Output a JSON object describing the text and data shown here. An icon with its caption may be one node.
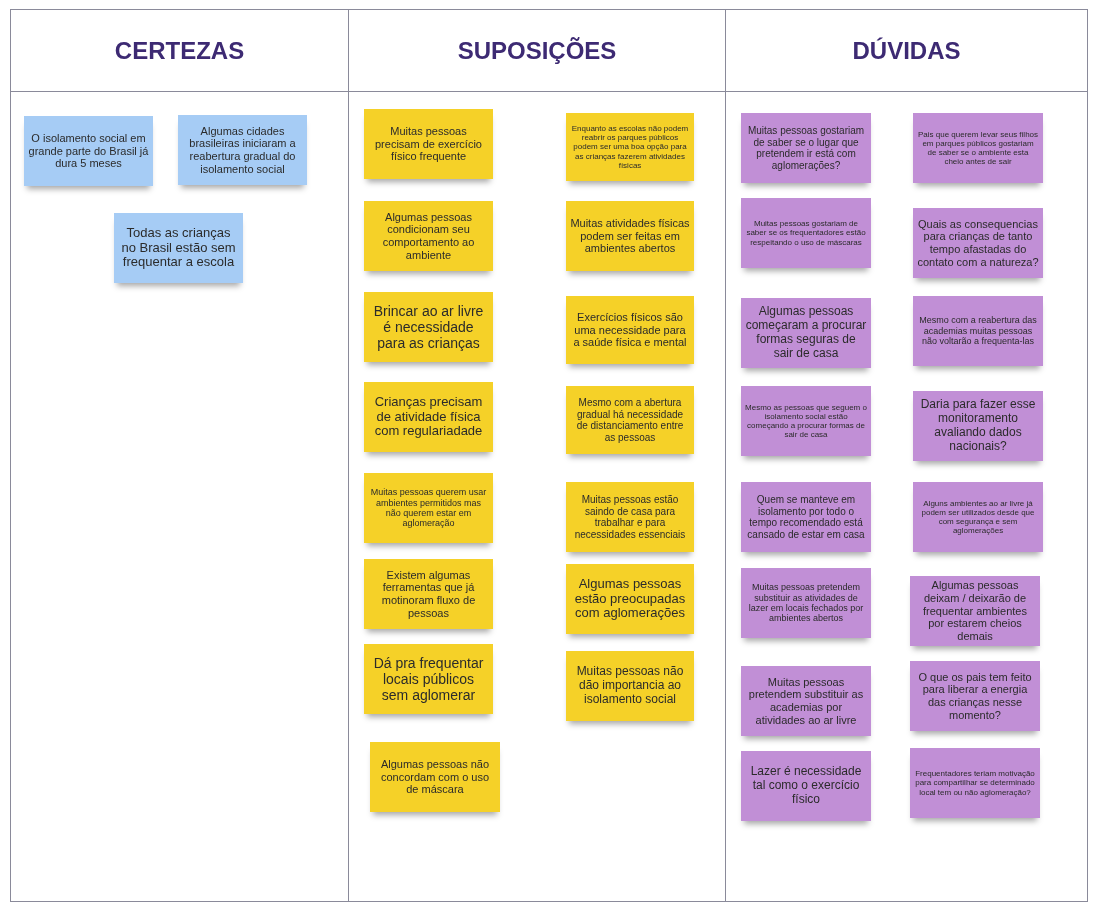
{
  "diagram": {
    "nodes": [
      {
        "text": [
          "CERTEZAS"
        ]
      },
      {
        "text": [
          "O isolamento social em grande parte do Brasil já dura 5 meses"
        ],
        "in": 0
      },
      {
        "text": [
          "Algumas cidades brasileiras iniciaram a reabertura gradual do isolamento social"
        ],
        "in": 0
      },
      {
        "text": [
          "Todas as crianças no Brasil estão sem frequentar a escola"
        ],
        "in": 0
      },
      {
        "text": [
          "SUPOSIÇÕES"
        ]
      },
      {
        "text": [
          "Muitas pessoas precisam de exercício físico frequente"
        ],
        "in": 4
      },
      {
        "text": [
          "Enquanto as escolas não podem reabrir os parques públicos podem ser uma boa opção para as crianças fazerem atividades físicas"
        ],
        "in": 4
      },
      {
        "text": [
          "Algumas pessoas condicionam seu comportamento ao ambiente"
        ],
        "in": 4
      },
      {
        "text": [
          "Muitas atividades físicas podem ser feitas em ambientes abertos"
        ],
        "in": 4
      },
      {
        "text": [
          "Brincar ao ar livre é necessidade para as crianças"
        ],
        "in": 4
      },
      {
        "text": [
          "Exercícios físicos são uma necessidade para a saúde física e mental"
        ],
        "in": 4
      },
      {
        "text": [
          "Crianças precisam de atividade física com regulariadade"
        ],
        "in": 4
      },
      {
        "text": [
          "Mesmo com a abertura gradual há necessidade de distanciamento entre as pessoas"
        ],
        "in": 4
      },
      {
        "text": [
          "Muitas pessoas querem usar ambientes permitidos mas não querem estar em aglomeração"
        ],
        "in": 4
      },
      {
        "text": [
          "Muitas pessoas estão saindo de casa para trabalhar e para necessidades essenciais"
        ],
        "in": 4
      },
      {
        "text": [
          "Existem algumas ferramentas que já motinoram fluxo de pessoas"
        ],
        "in": 4
      },
      {
        "text": [
          "Algumas pessoas estão preocupadas com aglomerações"
        ],
        "in": 4
      },
      {
        "text": [
          "Dá pra frequentar locais públicos sem aglomerar"
        ],
        "in": 4
      },
      {
        "text": [
          "Muitas pessoas não dão importancia ao isolamento social"
        ],
        "in": 4
      },
      {
        "text": [
          "Algumas pessoas não concordam com o uso de máscara"
        ],
        "in": 4
      },
      {
        "text": [
          "DÚVIDAS"
        ]
      },
      {
        "text": [
          "Muitas pessoas gostariam de saber se o lugar que pretendem ir está com aglomerações?"
        ],
        "in": 20
      },
      {
        "text": [
          "Pais que querem levar seus filhos em parques públicos gostariam de saber se o ambiente esta cheio antes de sair"
        ],
        "in": 20
      },
      {
        "text": [
          "Muitas pessoas gostariam de saber se os frequentadores estão respeitando o uso de máscaras"
        ],
        "in": 20
      },
      {
        "text": [
          "Quais as consequencias para crianças de tanto tempo afastadas do contato com a natureza?"
        ],
        "in": 20
      },
      {
        "text": [
          "Algumas pessoas começaram a procurar formas seguras de sair de casa"
        ],
        "in": 20
      },
      {
        "text": [
          "Mesmo com a reabertura das academias muitas pessoas não voltarão a frequenta-las"
        ],
        "in": 20
      },
      {
        "text": [
          "Mesmo as pessoas que seguem o isolamento social estão começando a procurar formas de sair de casa"
        ],
        "in": 20
      },
      {
        "text": [
          "Daria para fazer esse monitoramento avaliando dados nacionais?"
        ],
        "in": 20
      },
      {
        "text": [
          "Quem se manteve em isolamento por todo o tempo recomendado está cansado de estar em casa"
        ],
        "in": 20
      },
      {
        "text": [
          "Alguns ambientes ao ar livre já podem ser utilizados desde que com segurança e sem aglomerações"
        ],
        "in": 20
      },
      {
        "text": [
          "Muitas pessoas pretendem substituir as atividades de lazer em locais fechados por ambientes abertos"
        ],
        "in": 20
      },
      {
        "text": [
          "Algumas pessoas deixam / deixarão de frequentar ambientes por estarem cheios demais"
        ],
        "in": 20
      },
      {
        "text": [
          "Muitas pessoas pretendem substituir as academias por atividades ao ar livre"
        ],
        "in": 20
      },
      {
        "text": [
          "O que os pais tem feito para liberar a energia das crianças nesse momento?"
        ],
        "in": 20
      },
      {
        "text": [
          "Lazer é necessidade tal como o exercício físico"
        ],
        "in": 20
      },
      {
        "text": [
          "Frequentadores teriam motivação para compartilhar se determinado local tem ou não aglomeração?"
        ],
        "in": 20
      }
    ]
  }
}
